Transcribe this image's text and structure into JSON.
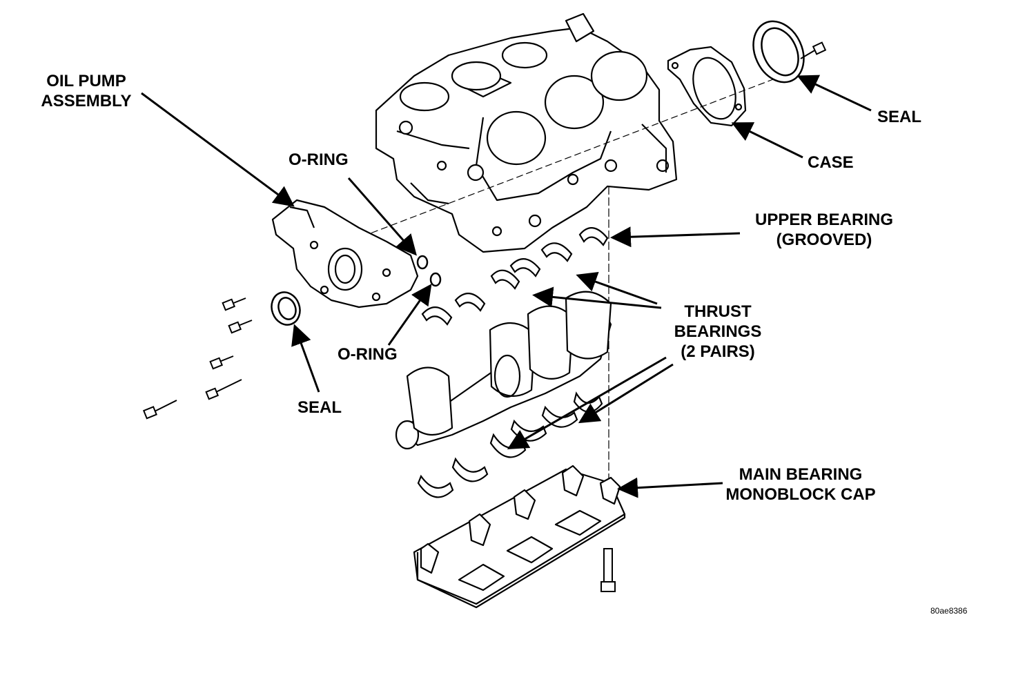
{
  "labels": {
    "oil_pump_assembly": [
      "OIL PUMP",
      "ASSEMBLY"
    ],
    "o_ring_top": "O-RING",
    "o_ring_bottom": "O-RING",
    "seal_left": "SEAL",
    "seal_right": "SEAL",
    "case": "CASE",
    "upper_bearing": [
      "UPPER BEARING",
      "(GROOVED)"
    ],
    "thrust_bearings": [
      "THRUST",
      "BEARINGS",
      "(2 PAIRS)"
    ],
    "main_bearing_cap": [
      "MAIN BEARING",
      "MONOBLOCK CAP"
    ]
  },
  "figure_id": "80ae8386",
  "colors": {
    "ink": "#000000",
    "paper": "#ffffff"
  }
}
